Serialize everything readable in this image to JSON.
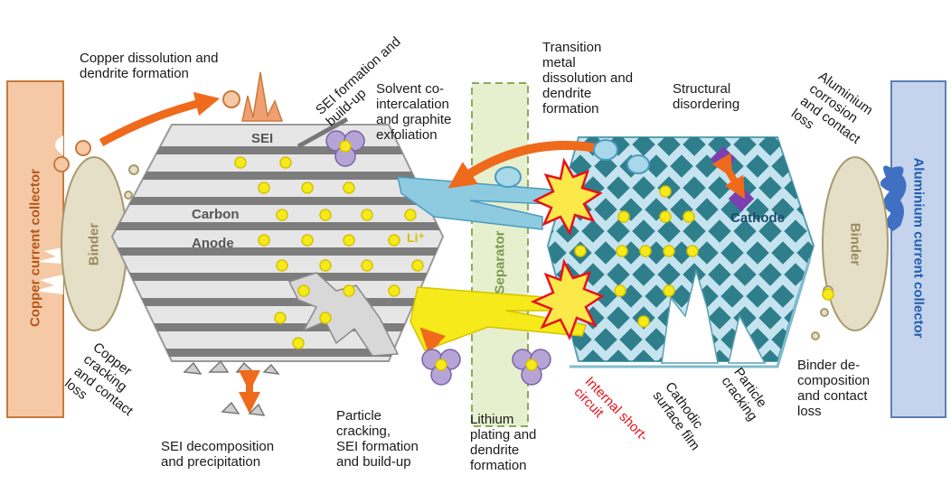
{
  "components": {
    "copper_collector": "Copper current collector",
    "aluminium_collector": "Aluminium current collector",
    "binder_left": "Binder",
    "binder_right": "Binder",
    "sei": "SEI",
    "carbon": "Carbon",
    "anode": "Anode",
    "separator": "Separator",
    "cathode": "Cathode",
    "li_ion": "Li⁺"
  },
  "labels": {
    "copper_dissolution": "Copper dissolution and\ndendrite formation",
    "sei_formation": "SEI formation and\nbuild-up",
    "solvent_cointercalation": "Solvent co-\nintercalation\nand graphite\nexfoliation",
    "transition_metal": "Transition\nmetal\ndissolution and\ndendrite\nformation",
    "structural_disordering": "Structural\ndisordering",
    "aluminium_corrosion": "Aluminium\ncorrosion\nand contact\nloss",
    "copper_cracking": "Copper\ncracking\nand contact\nloss",
    "sei_decomposition": "SEI decomposition\nand precipitation",
    "particle_cracking_sei": "Particle\ncracking,\nSEI formation\nand build-up",
    "lithium_plating": "Lithium\nplating and\ndendrite\nformation",
    "internal_short": "Internal short-\ncircuit",
    "cathodic_film": "Cathodic\nsurface film",
    "particle_cracking": "Particle\ncracking",
    "binder_decomposition": "Binder de-\ncomposition\nand contact\nloss"
  },
  "colors": {
    "copper_fill": "#f5c9a5",
    "copper_edge": "#c87a3c",
    "aluminium_fill": "#c5d4ec",
    "aluminium_edge": "#5a7fb8",
    "aluminium_text": "#1f5fb0",
    "anode_fill": "#e6e6e6",
    "anode_layer": "#7d7d7d",
    "cathode_fill": "#c6e4ef",
    "cathode_diamond": "#2f7e8c",
    "li_yellow": "#f7ea1a",
    "orange_arrow": "#f06a1c",
    "separator_fill": "#e6f0cf",
    "separator_edge": "#8aab5a",
    "particle_purple": "#b7a4d6",
    "red_text": "#e8101c"
  }
}
